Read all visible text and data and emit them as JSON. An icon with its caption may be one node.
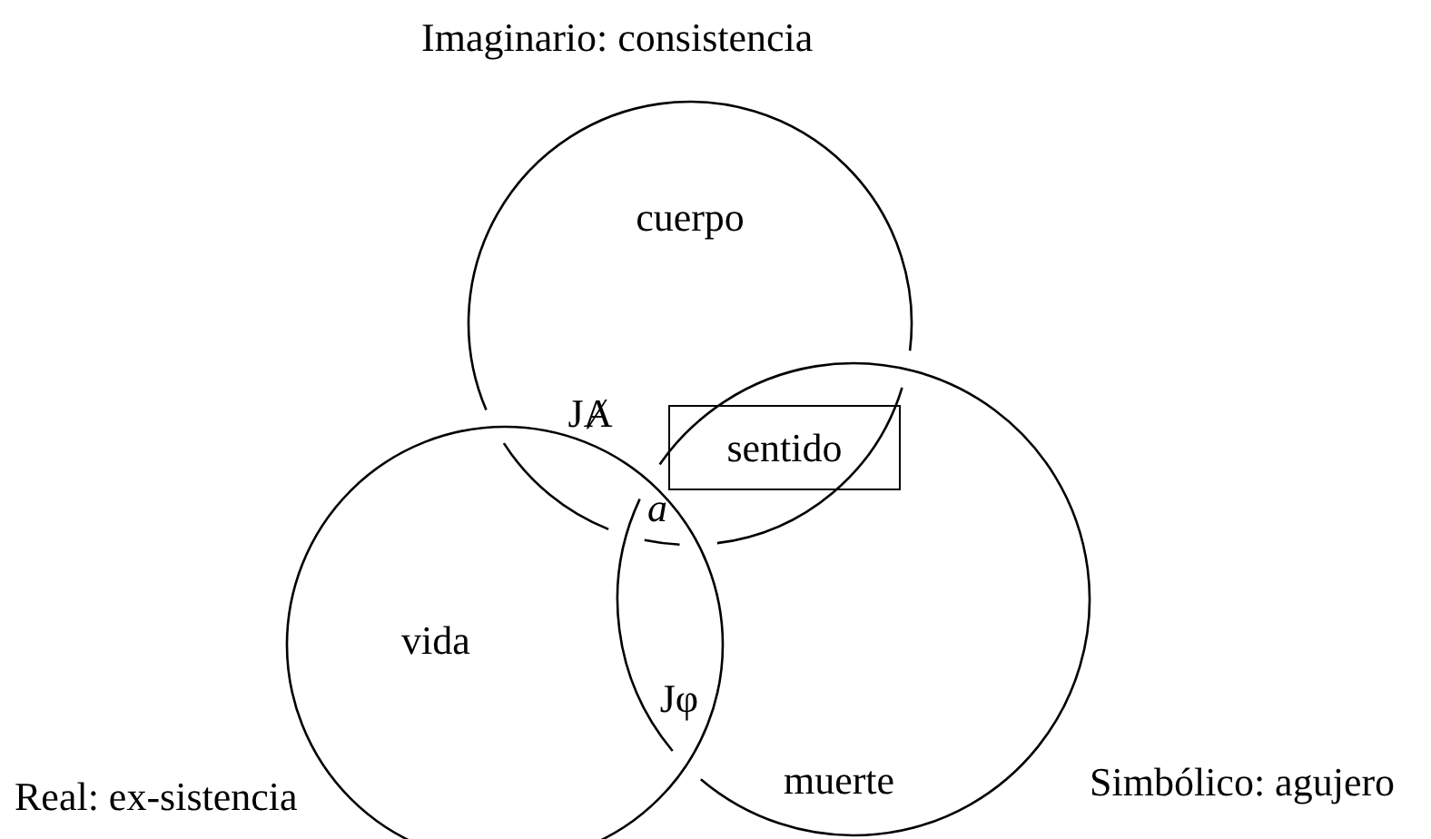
{
  "diagram": {
    "nodes": [
      {
        "text": [
          "cuerpo"
        ],
        "beside": [
          "Imaginario: consistencia"
        ]
      },
      {
        "text": [
          "vida"
        ],
        "beside": [
          "Real: ex-sistencia"
        ]
      },
      {
        "text": [
          "muerte"
        ],
        "beside": [
          "Simbólico: agujero"
        ]
      },
      {
        "text": [
          "sentido"
        ]
      }
    ],
    "labels": [
      "JȺ",
      "a",
      "Jφ"
    ]
  }
}
